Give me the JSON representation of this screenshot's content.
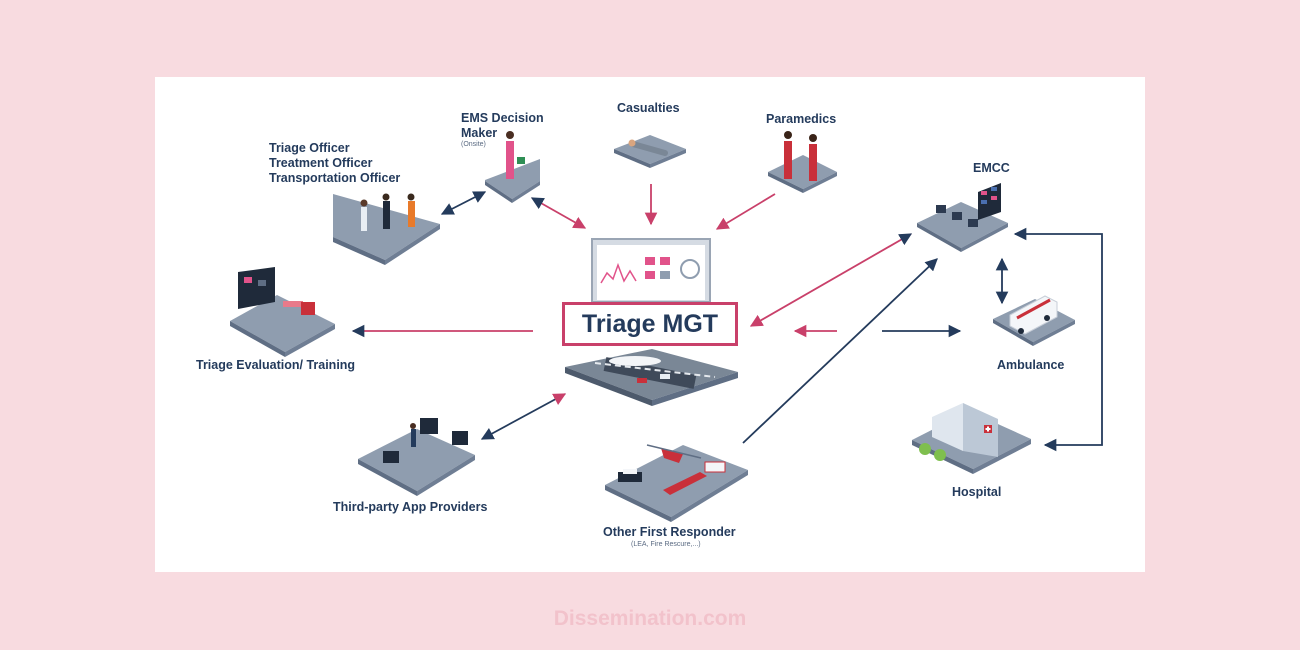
{
  "title": "Triage MGT",
  "footer": "Dissemination.com",
  "nodes": {
    "triage_officers": {
      "lines": [
        "Triage Officer",
        "Treatment Officer",
        "Transportation Officer"
      ]
    },
    "ems_decision_maker": {
      "lines": [
        "EMS Decision",
        "Maker"
      ],
      "sub": "(Onsite)"
    },
    "casualties": {
      "label": "Casualties"
    },
    "paramedics": {
      "label": "Paramedics"
    },
    "emcc": {
      "label": "EMCC"
    },
    "triage_eval": {
      "label": "Triage Evaluation/ Training"
    },
    "ambulance": {
      "label": "Ambulance"
    },
    "hospital": {
      "label": "Hospital"
    },
    "third_party": {
      "label": "Third-party App Providers"
    },
    "first_responder": {
      "label": "Other First Responder",
      "sub": "(LEA, Fire Rescure,...)"
    }
  },
  "colors": {
    "background": "#f8dbe0",
    "navy": "#243b5c",
    "pink": "#c9406a",
    "tile": "#8f9daf",
    "tile_edge": "#5f6e84"
  },
  "icons": {
    "triage_officers": "three-officers-icon",
    "ems_decision_maker": "medic-with-bag-icon",
    "casualties": "lying-patient-icon",
    "paramedics": "two-paramedics-icon",
    "emcc": "control-room-icon",
    "triage_eval": "training-screen-icon",
    "ambulance": "ambulance-icon",
    "hospital": "hospital-building-icon",
    "third_party": "app-developers-icon",
    "first_responder": "police-fire-helicopter-icon",
    "central": "dashboard-airfield-icon"
  }
}
